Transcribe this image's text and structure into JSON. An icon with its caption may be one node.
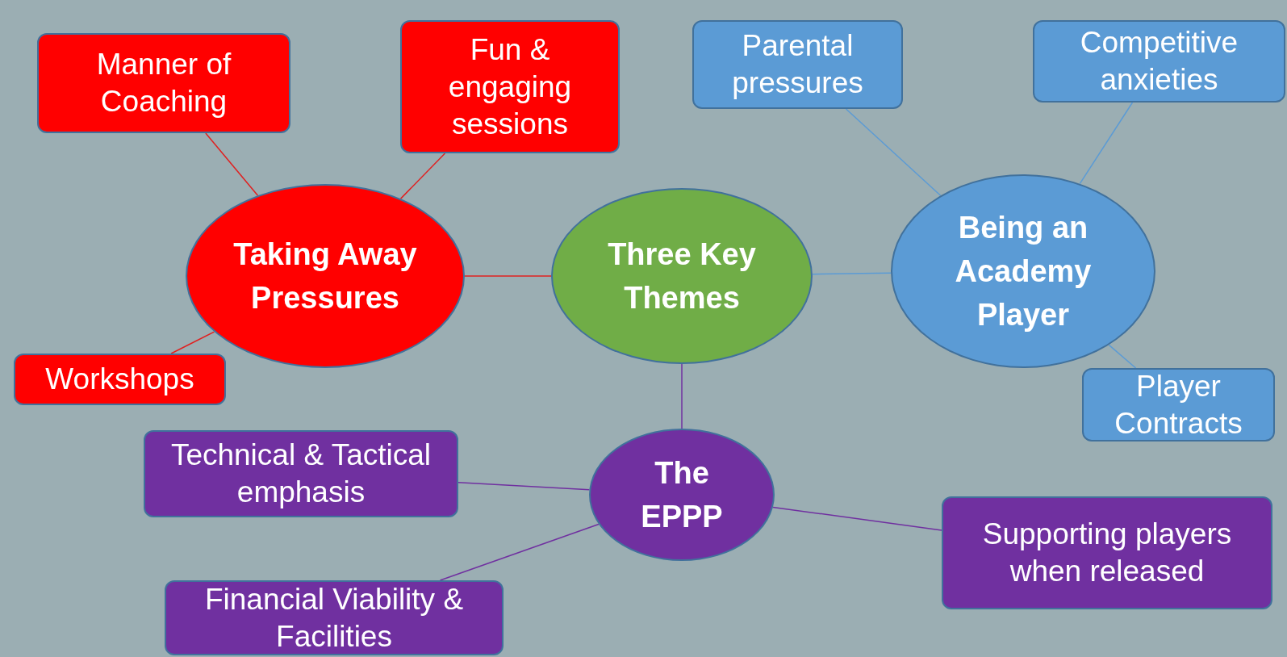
{
  "diagram": {
    "nodes": [
      {
        "text": [
          "Three Key Themes"
        ]
      },
      {
        "text": [
          "Taking Away Pressures"
        ]
      },
      {
        "text": [
          "Manner of Coaching"
        ]
      },
      {
        "text": [
          "Fun & engaging sessions"
        ]
      },
      {
        "text": [
          "Workshops"
        ]
      },
      {
        "text": [
          "Being an Academy Player"
        ]
      },
      {
        "text": [
          "Parental pressures"
        ]
      },
      {
        "text": [
          "Competitive anxieties"
        ]
      },
      {
        "text": [
          "Player Contracts"
        ]
      },
      {
        "text": [
          "The EPPP"
        ]
      },
      {
        "text": [
          "Technical & Tactical emphasis"
        ]
      },
      {
        "text": [
          "Supporting players when released"
        ]
      },
      {
        "text": [
          "Financial Viability & Facilities"
        ]
      }
    ],
    "edges": [
      {
        "from": 0,
        "to": 1,
        "arrow": "none",
        "color": "#e02020"
      },
      {
        "from": 1,
        "to": 2,
        "arrow": "none",
        "color": "#e02020"
      },
      {
        "from": 1,
        "to": 3,
        "arrow": "none",
        "color": "#e02020"
      },
      {
        "from": 1,
        "to": 4,
        "arrow": "none",
        "color": "#e02020"
      },
      {
        "from": 0,
        "to": 5,
        "arrow": "none",
        "color": "#5b9bd5"
      },
      {
        "from": 5,
        "to": 6,
        "arrow": "none",
        "color": "#5b9bd5"
      },
      {
        "from": 5,
        "to": 7,
        "arrow": "none",
        "color": "#5b9bd5"
      },
      {
        "from": 5,
        "to": 8,
        "arrow": "none",
        "color": "#5b9bd5"
      },
      {
        "from": 0,
        "to": 9,
        "arrow": "none",
        "color": "#7030a0"
      },
      {
        "from": 9,
        "to": 10,
        "arrow": "none",
        "color": "#7030a0"
      },
      {
        "from": 9,
        "to": 11,
        "arrow": "none",
        "color": "#7030a0"
      },
      {
        "from": 9,
        "to": 12,
        "arrow": "none",
        "color": "#7030a0"
      }
    ]
  }
}
